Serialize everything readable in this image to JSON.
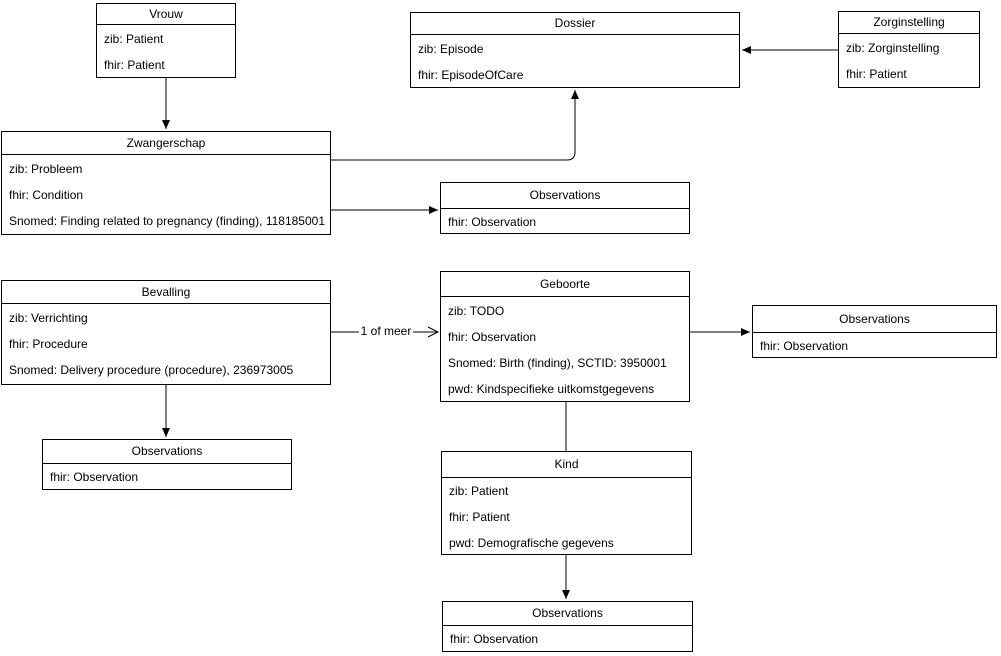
{
  "diagram": {
    "colors": {
      "stroke": "#000000",
      "fill": "#ffffff",
      "text": "#000000"
    },
    "boxes": [
      {
        "id": "vrouw",
        "title": "Vrouw",
        "rows": [
          "zib: Patient",
          "fhir: Patient"
        ]
      },
      {
        "id": "dossier",
        "title": "Dossier",
        "rows": [
          "zib: Episode",
          "fhir: EpisodeOfCare"
        ]
      },
      {
        "id": "zorginstelling",
        "title": "Zorginstelling",
        "rows": [
          "zib: Zorginstelling",
          "fhir: Patient"
        ]
      },
      {
        "id": "zwangerschap",
        "title": "Zwangerschap",
        "rows": [
          "zib: Probleem",
          "fhir: Condition",
          "Snomed: Finding related to pregnancy (finding), 118185001"
        ]
      },
      {
        "id": "observations-zwangerschap",
        "title": "Observations",
        "rows": [
          "fhir: Observation"
        ]
      },
      {
        "id": "bevalling",
        "title": "Bevalling",
        "rows": [
          "zib: Verrichting",
          "fhir: Procedure",
          "Snomed: Delivery procedure (procedure), 236973005"
        ]
      },
      {
        "id": "geboorte",
        "title": "Geboorte",
        "rows": [
          "zib: TODO",
          "fhir: Observation",
          "Snomed: Birth (finding), SCTID: 3950001",
          "pwd: Kindspecifieke uitkomstgegevens"
        ]
      },
      {
        "id": "observations-geboorte",
        "title": "Observations",
        "rows": [
          "fhir: Observation"
        ]
      },
      {
        "id": "observations-bevalling",
        "title": "Observations",
        "rows": [
          "fhir: Observation"
        ]
      },
      {
        "id": "kind",
        "title": "Kind",
        "rows": [
          "zib: Patient",
          "fhir: Patient",
          "pwd: Demografische gegevens"
        ]
      },
      {
        "id": "observations-kind",
        "title": "Observations",
        "rows": [
          "fhir: Observation"
        ]
      }
    ],
    "edge_labels": {
      "bevalling_geboorte": "1 of meer"
    }
  }
}
